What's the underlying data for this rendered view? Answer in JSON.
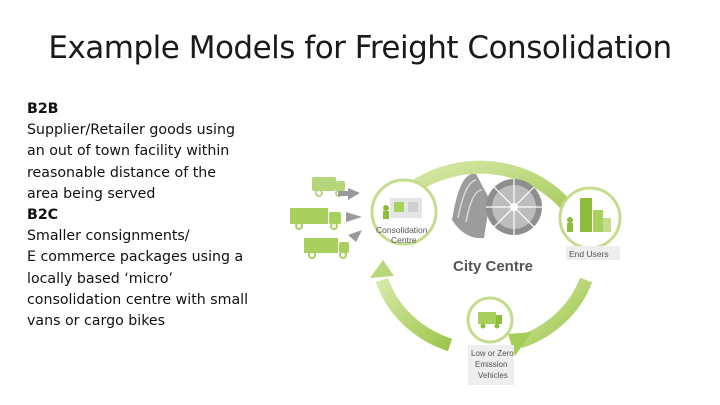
{
  "slide": {
    "title": "Example Models for Freight Consolidation"
  },
  "body": {
    "lines": [
      "B2B",
      "Supplier/Retailer goods using",
      "an out of town facility within",
      "reasonable distance of the",
      "area being served",
      "B2C",
      "Smaller consignments/",
      "E commerce packages using a",
      "locally based ‘micro’",
      "consolidation centre with small",
      "vans or cargo bikes"
    ]
  },
  "diagram": {
    "consolidation_line1": "Consolidation",
    "consolidation_line2": "Centre",
    "city_centre": "City Centre",
    "end_users": "End Users",
    "vehicles_line1": "Low or Zero",
    "vehicles_line2": "Emission",
    "vehicles_line3": "Vehicles",
    "colors": {
      "green_light": "#c5dc8e",
      "green_dark": "#8dbd3a",
      "grey": "#9a9a9a"
    }
  }
}
